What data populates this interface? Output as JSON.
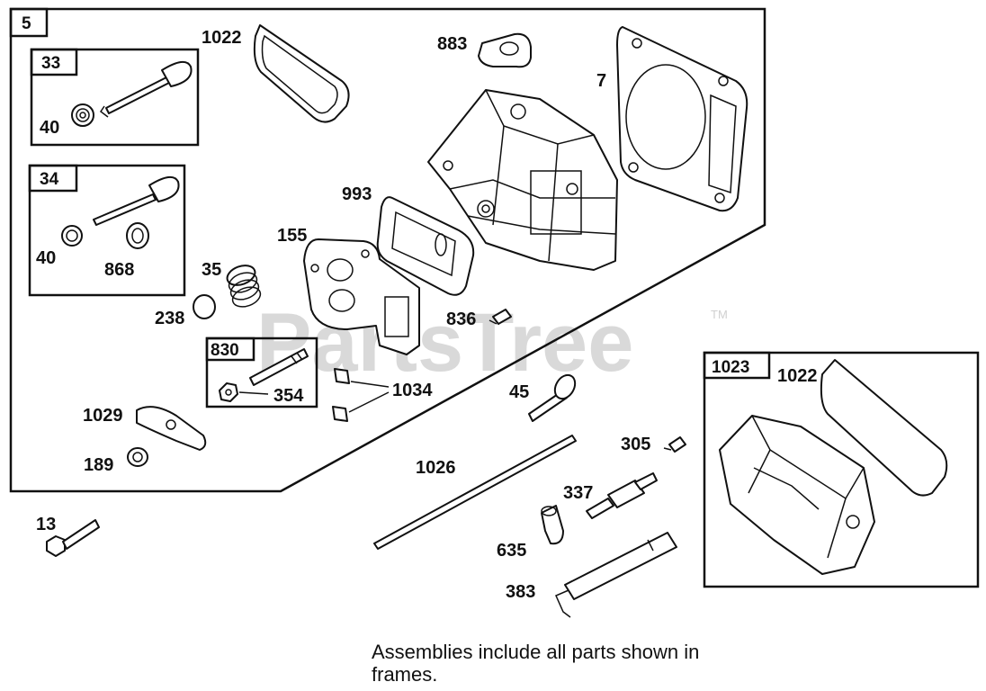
{
  "watermark": "PartsTree",
  "trademark": "TM",
  "frames": {
    "f5": "5",
    "f33": "33",
    "f34": "34",
    "f830": "830",
    "f1023": "1023"
  },
  "labels": {
    "p1022a": "1022",
    "p883": "883",
    "p7": "7",
    "p40a": "40",
    "p40b": "40",
    "p868": "868",
    "p993": "993",
    "p155": "155",
    "p35": "35",
    "p238": "238",
    "p836": "836",
    "p354": "354",
    "p1034": "1034",
    "p1029": "1029",
    "p189": "189",
    "p45": "45",
    "p1022b": "1022",
    "p305": "305",
    "p1026": "1026",
    "p337": "337",
    "p635": "635",
    "p383": "383",
    "p13": "13"
  },
  "note": "Assemblies include all parts shown in frames."
}
